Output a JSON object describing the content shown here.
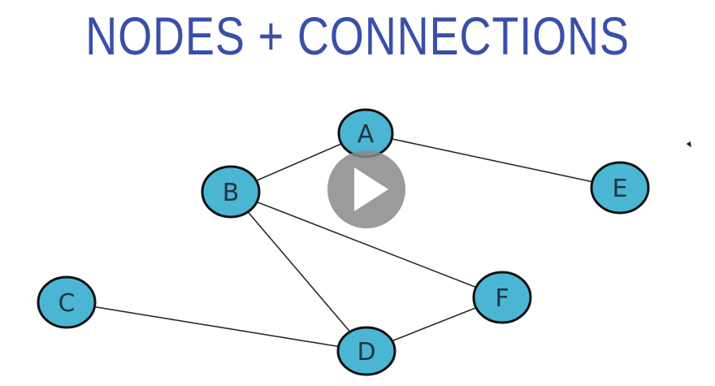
{
  "title": "NODES + CONNECTIONS",
  "colors": {
    "title": "#3a4fa8",
    "node_fill": "#4ab6d4",
    "node_stroke": "#111111",
    "edge": "#2a2a2a",
    "play_button": "#8a8a8a"
  },
  "graph": {
    "nodes": [
      {
        "id": "A",
        "label": "A"
      },
      {
        "id": "B",
        "label": "B"
      },
      {
        "id": "C",
        "label": "C"
      },
      {
        "id": "D",
        "label": "D"
      },
      {
        "id": "E",
        "label": "E"
      },
      {
        "id": "F",
        "label": "F"
      }
    ],
    "edges": [
      {
        "from": "A",
        "to": "B"
      },
      {
        "from": "A",
        "to": "E"
      },
      {
        "from": "B",
        "to": "F"
      },
      {
        "from": "B",
        "to": "D"
      },
      {
        "from": "C",
        "to": "D"
      },
      {
        "from": "D",
        "to": "F"
      }
    ]
  },
  "video": {
    "control": "play-icon"
  }
}
